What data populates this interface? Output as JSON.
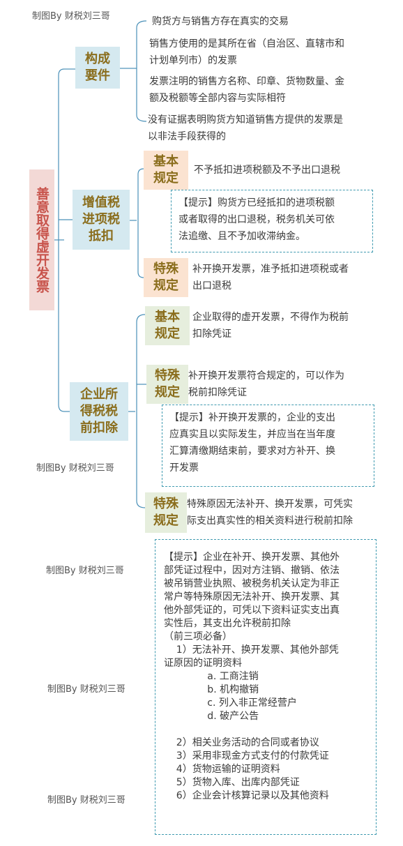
{
  "watermarks": [
    "制图By 财税刘三哥",
    "制图By 财税刘三哥",
    "制图By 财税刘三哥",
    "制图By 财税刘三哥",
    "制图By 财税刘三哥"
  ],
  "root": "善意取得虚开发票",
  "branches": {
    "elements": {
      "label_lines": [
        "构成",
        "要件"
      ],
      "items": [
        [
          "购货方与销售方存在真实的交易"
        ],
        [
          "销售方使用的是其所在省（自治区、直辖市和",
          "计划单列市）的发票"
        ],
        [
          "发票注明的销售方名称、印章、货物数量、金",
          "额及税额等全部内容与实际相符"
        ],
        [
          "没有证据表明购货方知道销售方提供的发票是",
          "以非法手段获得的"
        ]
      ]
    },
    "vat": {
      "label_lines": [
        "增值税",
        "进项税",
        "抵扣"
      ],
      "basic_label": [
        "基本",
        "规定"
      ],
      "basic_text": "不予抵扣进项税额及不予出口退税",
      "basic_tip": [
        "【提示】购货方已经抵扣的进项税额",
        "或者取得的出口退税，税务机关可依",
        "法追缴、且不予加收滞纳金。"
      ],
      "special_label": [
        "特殊",
        "规定"
      ],
      "special_text": [
        "补开换开发票，准予抵扣进项税或者",
        "出口退税"
      ]
    },
    "cit": {
      "label_lines": [
        "企业所",
        "得税税",
        "前扣除"
      ],
      "basic_label": [
        "基本",
        "规定"
      ],
      "basic_text": [
        "企业取得的虚开发票，不得作为税前",
        "扣除凭证"
      ],
      "special1_label": [
        "特殊",
        "规定"
      ],
      "special1_text": [
        "补开换开发票符合规定的，可以作为",
        "税前扣除凭证"
      ],
      "special1_tip": [
        "【提示】补开换开发票的，企业的支出",
        "应真实且以实际发生，并应当在当年度",
        "汇算清缴期结束前，要求对方补开、换",
        "开发票"
      ],
      "special2_label": [
        "特殊",
        "规定"
      ],
      "special2_text": [
        "特殊原因无法补开、换开发票，可凭实",
        "际支出真实性的相关资料进行税前扣除"
      ],
      "special2_tip": [
        "【提示】企业在补开、换开发票、其他外",
        "部凭证过程中，因对方注销、撤销、依法",
        "被吊销营业执照、被税务机关认定为非正",
        "常户等特殊原因无法补开、换开发票、其",
        "他外部凭证的，可凭以下资料证实支出真",
        "实性后，其支出允许税前扣除",
        "（前三项必备）",
        "    1）无法补开、换开发票、其他外部凭",
        "证原因的证明资料",
        "              a. 工商注销",
        "              b. 机构撤销",
        "              c. 列入非正常经营户",
        "              d. 破产公告",
        "",
        "    2）相关业务活动的合同或者协议",
        "    3）采用非现金方式支付的付款凭证",
        "    4）货物运输的证明资料",
        "    5）货物入库、出库内部凭证",
        "    6）企业会计核算记录以及其他资料"
      ]
    }
  }
}
